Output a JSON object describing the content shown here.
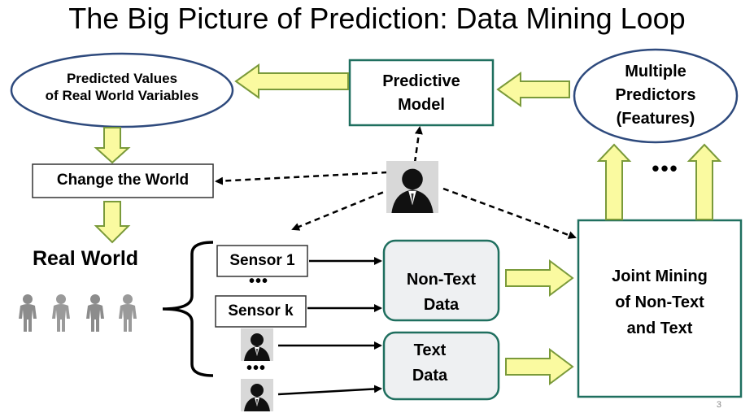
{
  "slide": {
    "title": "The Big Picture of Prediction: Data Mining Loop",
    "page_number": "3"
  },
  "nodes": {
    "predicted_values": [
      "Predicted Values",
      "of Real World Variables"
    ],
    "predictive_model": [
      "Predictive",
      "Model"
    ],
    "multiple_predictors": [
      "Multiple",
      "Predictors",
      "(Features)"
    ],
    "change_world": "Change the World",
    "real_world": "Real World",
    "sensor1": "Sensor 1",
    "sensork": "Sensor k",
    "non_text_data": [
      "Non-Text",
      "Data"
    ],
    "text_data": [
      "Text",
      "Data"
    ],
    "joint_mining": [
      "Joint Mining",
      "of Non-Text",
      "and Text"
    ]
  },
  "ellipsis": "•••",
  "colors": {
    "teal": "#1f6f5f",
    "navy": "#2e4a7d",
    "arrow_fill": "#fafaa0",
    "arrow_stroke": "#7a9a3a",
    "box_fill": "#eef0f2",
    "people_gray": "#8c8c8c"
  }
}
